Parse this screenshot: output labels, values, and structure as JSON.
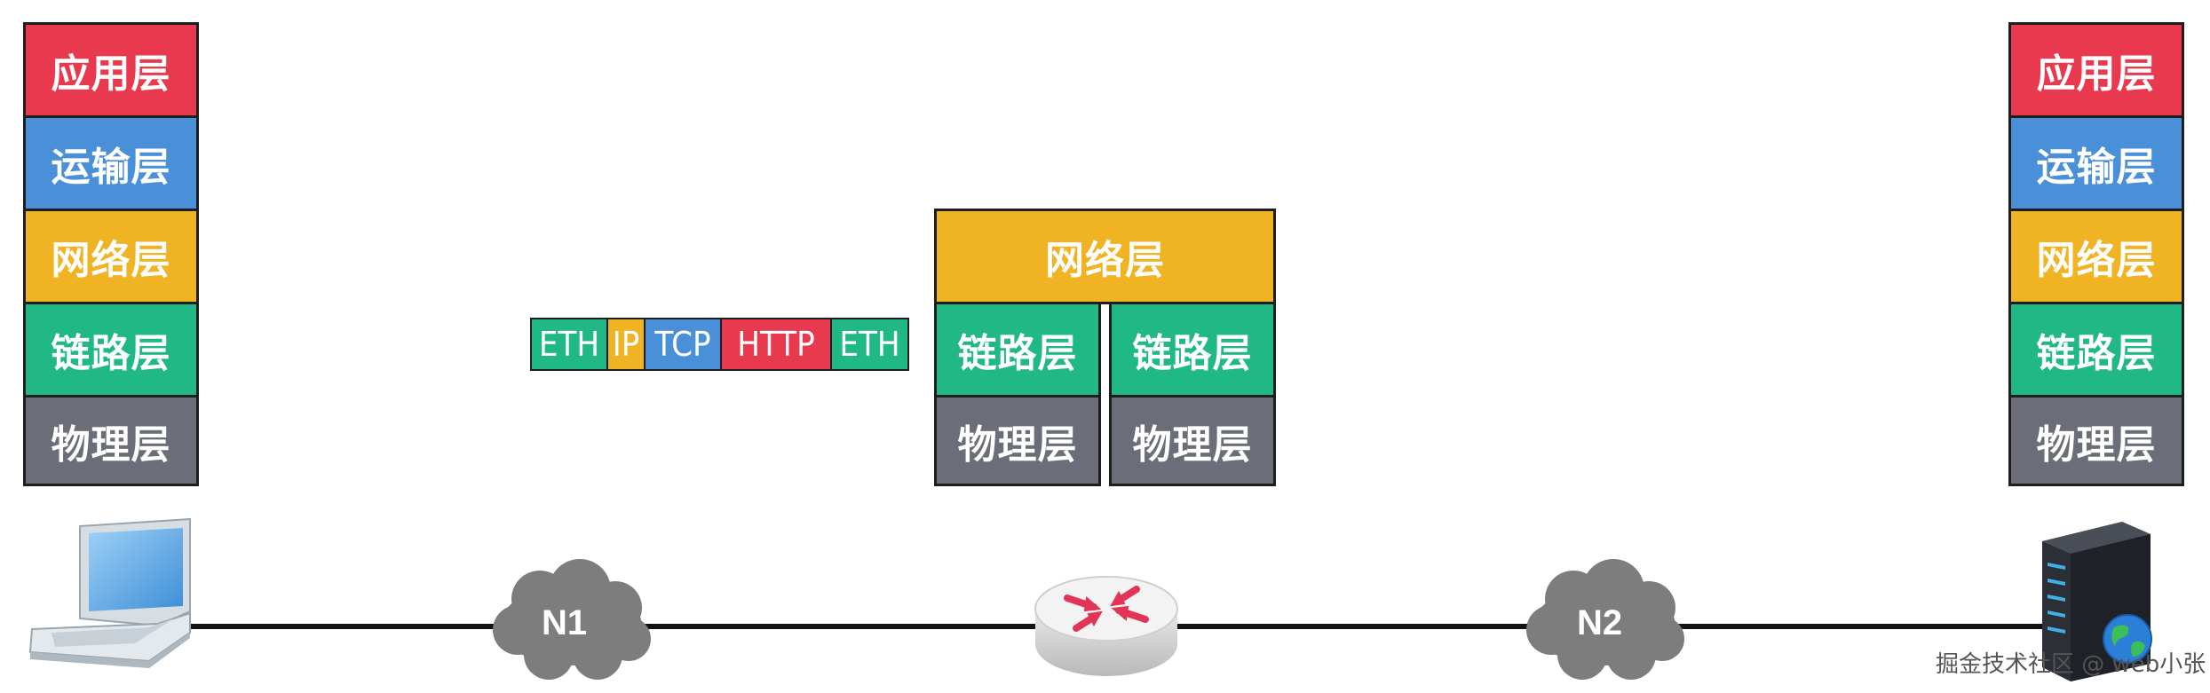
{
  "left_stack": {
    "layers": [
      {
        "label": "应用层",
        "color": "#e8394f"
      },
      {
        "label": "运输层",
        "color": "#4a90d9"
      },
      {
        "label": "网络层",
        "color": "#f0b323"
      },
      {
        "label": "链路层",
        "color": "#20b884"
      },
      {
        "label": "物理层",
        "color": "#6b6e79"
      }
    ]
  },
  "right_stack": {
    "layers": [
      {
        "label": "应用层",
        "color": "#e8394f"
      },
      {
        "label": "运输层",
        "color": "#4a90d9"
      },
      {
        "label": "网络层",
        "color": "#f0b323"
      },
      {
        "label": "链路层",
        "color": "#20b884"
      },
      {
        "label": "物理层",
        "color": "#6b6e79"
      }
    ]
  },
  "router_stack": {
    "network": "网络层",
    "link_left": "链路层",
    "link_right": "链路层",
    "phy_left": "物理层",
    "phy_right": "物理层"
  },
  "packet": {
    "segments": [
      {
        "label": "ETH",
        "color": "#20b884"
      },
      {
        "label": "IP",
        "color": "#f0b323"
      },
      {
        "label": "TCP",
        "color": "#4a90d9"
      },
      {
        "label": "HTTP",
        "color": "#e8394f"
      },
      {
        "label": "ETH",
        "color": "#20b884"
      }
    ]
  },
  "networks": {
    "n1": "N1",
    "n2": "N2"
  },
  "icons": {
    "laptop": "laptop-icon",
    "router": "router-icon",
    "server": "server-icon",
    "cloud": "cloud-icon",
    "globe": "globe-icon"
  },
  "watermark": "掘金技术社区 @ web小张"
}
